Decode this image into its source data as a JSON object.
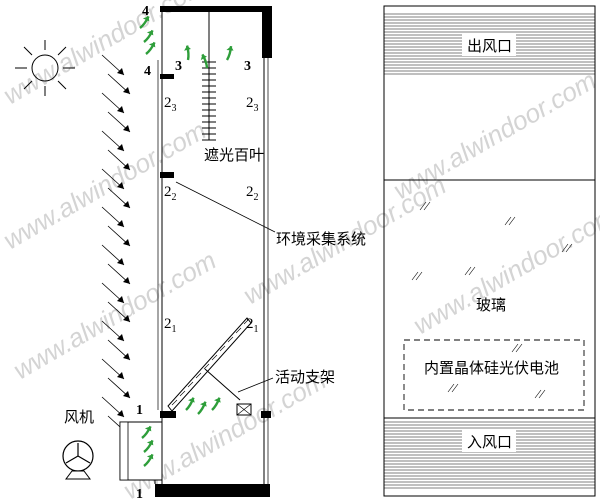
{
  "watermark": "www.alwindoor.com",
  "left": {
    "fan_label": "风机",
    "blind_label": "遮光百叶",
    "env_label": "环境采集系统",
    "bracket_label": "活动支架",
    "markers": {
      "n1": "1",
      "n2_1": "2",
      "n2_2": "2",
      "n2_3": "2",
      "n3": "3",
      "n4": "4",
      "sub1": "1",
      "sub2": "2",
      "sub3": "3"
    }
  },
  "right": {
    "outlet_label": "出风口",
    "inlet_label": "入风口",
    "glass_label": "玻璃",
    "pv_label": "内置晶体硅光伏电池"
  },
  "colors": {
    "airflow": "#2e9e3a",
    "line": "#000000",
    "watermark": "#d4d4d4"
  }
}
